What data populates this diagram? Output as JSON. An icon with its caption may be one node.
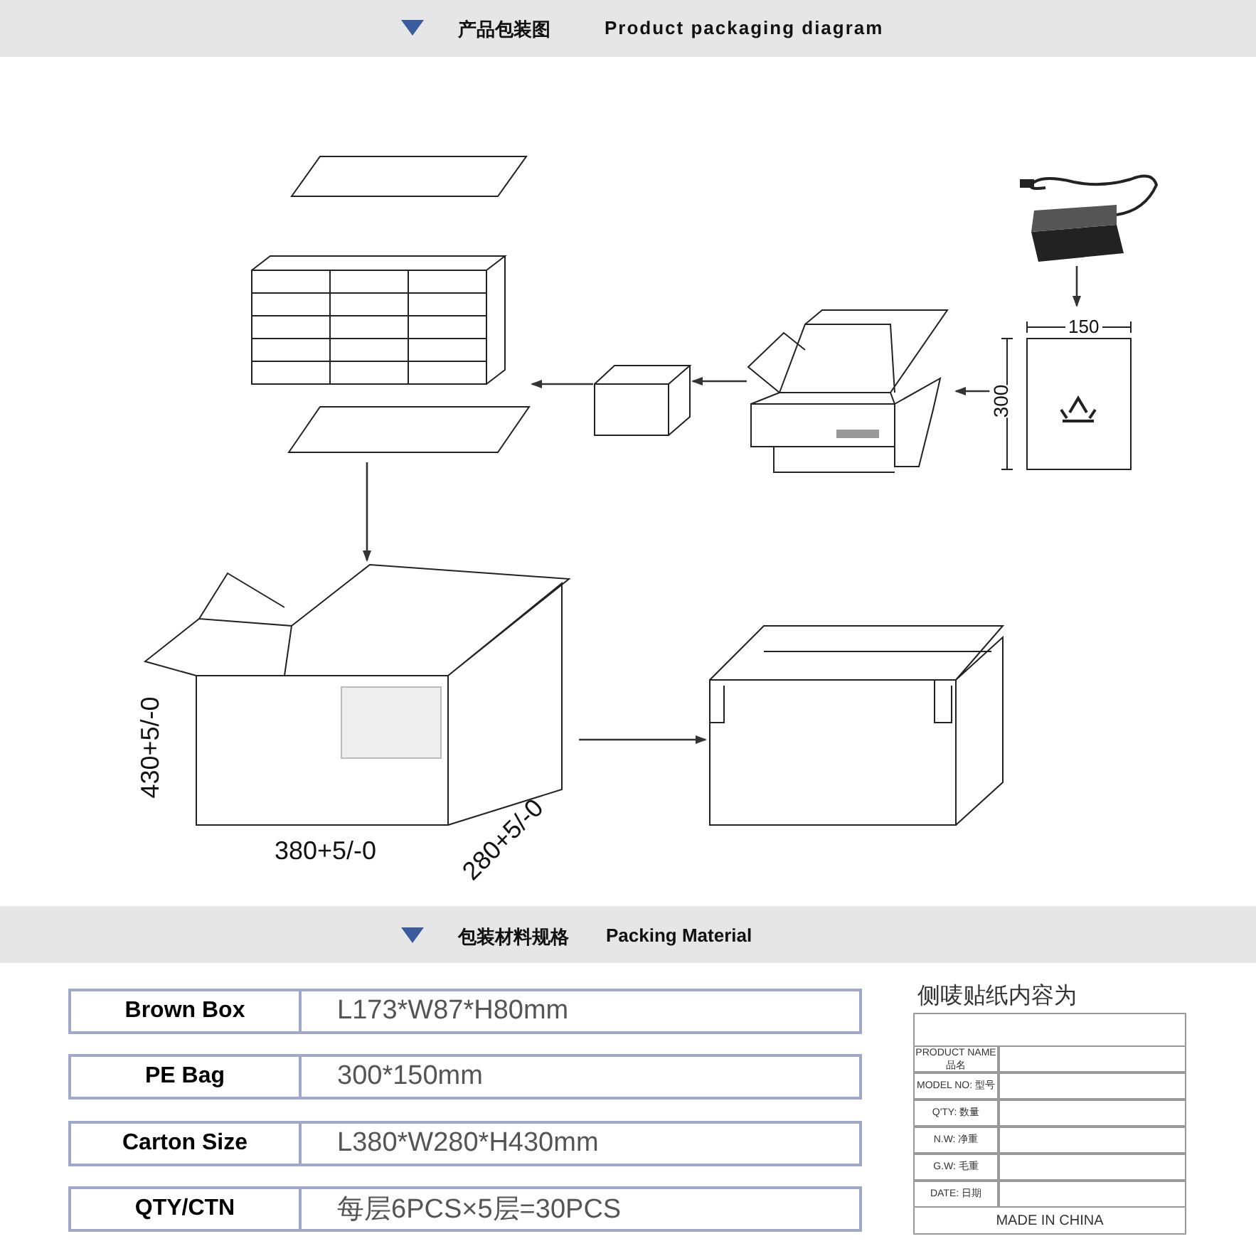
{
  "diagram": {
    "nodes": [
      {
        "text": [],
        "shape": "adapter"
      },
      {
        "text": [],
        "shape": "bag"
      },
      {
        "text": [],
        "shape": "box"
      },
      {
        "text": [],
        "shape": "box"
      },
      {
        "text": [],
        "shape": "stack"
      },
      {
        "text": [],
        "shape": "box"
      },
      {
        "text": [],
        "shape": "box"
      }
    ],
    "edges": [
      {
        "from": 0,
        "to": 1,
        "arrow": "to"
      },
      {
        "from": 1,
        "to": 2,
        "arrow": "to"
      },
      {
        "from": 2,
        "to": 3,
        "arrow": "to"
      },
      {
        "from": 3,
        "to": 4,
        "arrow": "to"
      },
      {
        "from": 4,
        "to": 5,
        "arrow": "to"
      },
      {
        "from": 5,
        "to": 6,
        "arrow": "to"
      }
    ],
    "labels": [
      "产品包装图",
      "Product packaging diagram",
      "150",
      "300",
      "430+5/-0",
      "380+5/-0",
      "280+5/-0",
      "包装材料规格",
      "Packing Material",
      "Brown Box",
      "L173*W87*H80mm",
      "PE Bag",
      "300*150mm",
      "Carton Size",
      "L380*W280*H430mm",
      "QTY/CTN",
      "每层6PCS×5层=30PCS",
      "侧唛贴纸内容为",
      "PRODUCT NAME 品名",
      "MODEL NO: 型号",
      "Q'TY: 数量",
      "N.W: 净重",
      "G.W: 毛重",
      "DATE: 日期",
      "MADE IN CHINA"
    ]
  }
}
